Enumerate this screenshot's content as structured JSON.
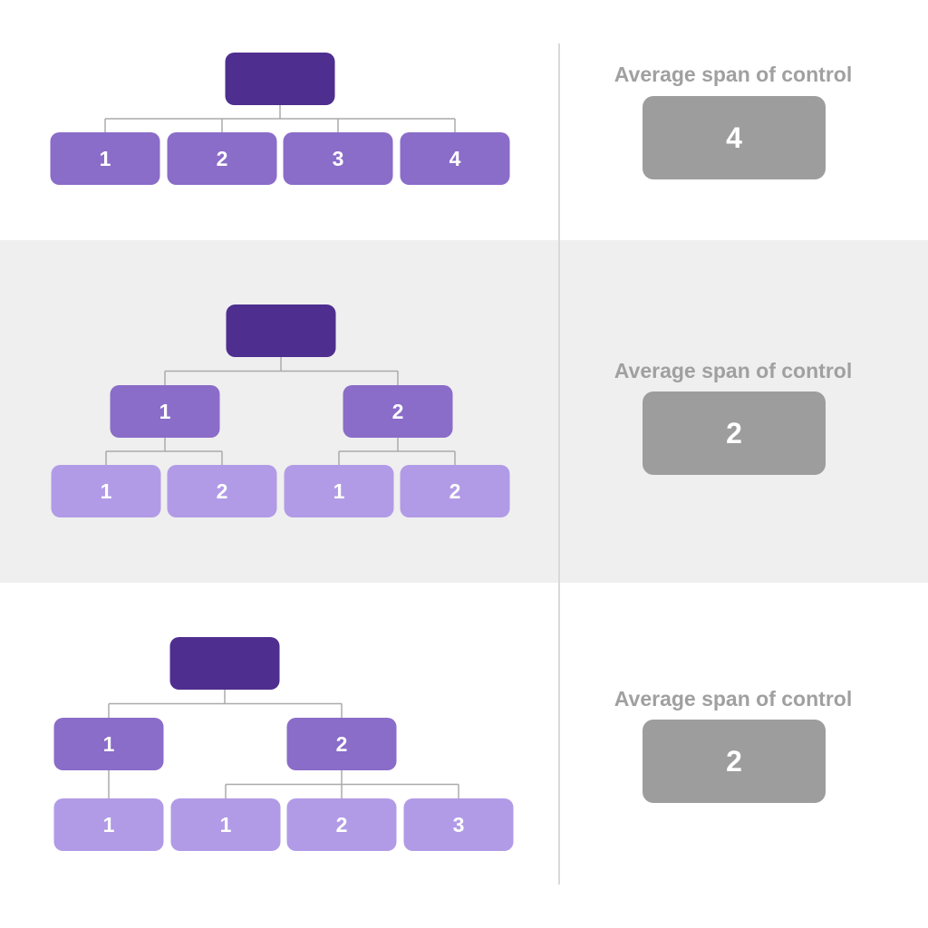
{
  "colors": {
    "root": "#4e2e8f",
    "level1": "#8a6cc9",
    "level2": "#b19be6",
    "connector": "#aaaaaa",
    "metric_box": "#9d9d9d",
    "metric_label": "#a0a0a0",
    "band_alt": "#efefef"
  },
  "examples": [
    {
      "metric_label": "Average span of control",
      "metric_value": "4",
      "root_label": "",
      "children": [
        {
          "label": "1",
          "children": []
        },
        {
          "label": "2",
          "children": []
        },
        {
          "label": "3",
          "children": []
        },
        {
          "label": "4",
          "children": []
        }
      ]
    },
    {
      "metric_label": "Average span of control",
      "metric_value": "2",
      "root_label": "",
      "children": [
        {
          "label": "1",
          "children": [
            "1",
            "2"
          ]
        },
        {
          "label": "2",
          "children": [
            "1",
            "2"
          ]
        }
      ]
    },
    {
      "metric_label": "Average span of control",
      "metric_value": "2",
      "root_label": "",
      "children": [
        {
          "label": "1",
          "children": [
            "1"
          ]
        },
        {
          "label": "2",
          "children": [
            "1",
            "2",
            "3"
          ]
        }
      ]
    }
  ]
}
